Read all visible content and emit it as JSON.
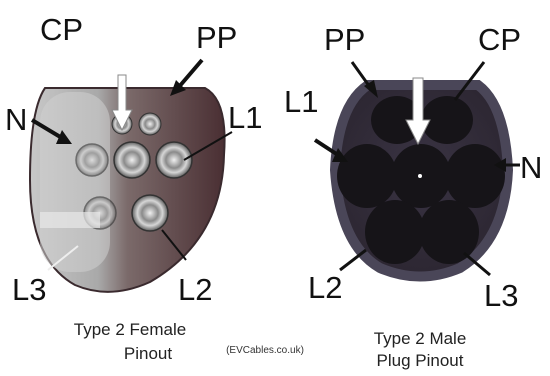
{
  "female": {
    "pins": {
      "cp": "CP",
      "pp": "PP",
      "n": "N",
      "l1": "L1",
      "l2": "L2",
      "l3": "L3"
    },
    "caption_line1": "Type 2 Female",
    "caption_line2": "Pinout"
  },
  "male": {
    "pins": {
      "pp": "PP",
      "cp": "CP",
      "l1": "L1",
      "n": "N",
      "l2": "L2",
      "l3": "L3"
    },
    "caption_line1": "Type 2 Male",
    "caption_line2": "Plug Pinout"
  },
  "credit": "(EVCables.co.uk)"
}
